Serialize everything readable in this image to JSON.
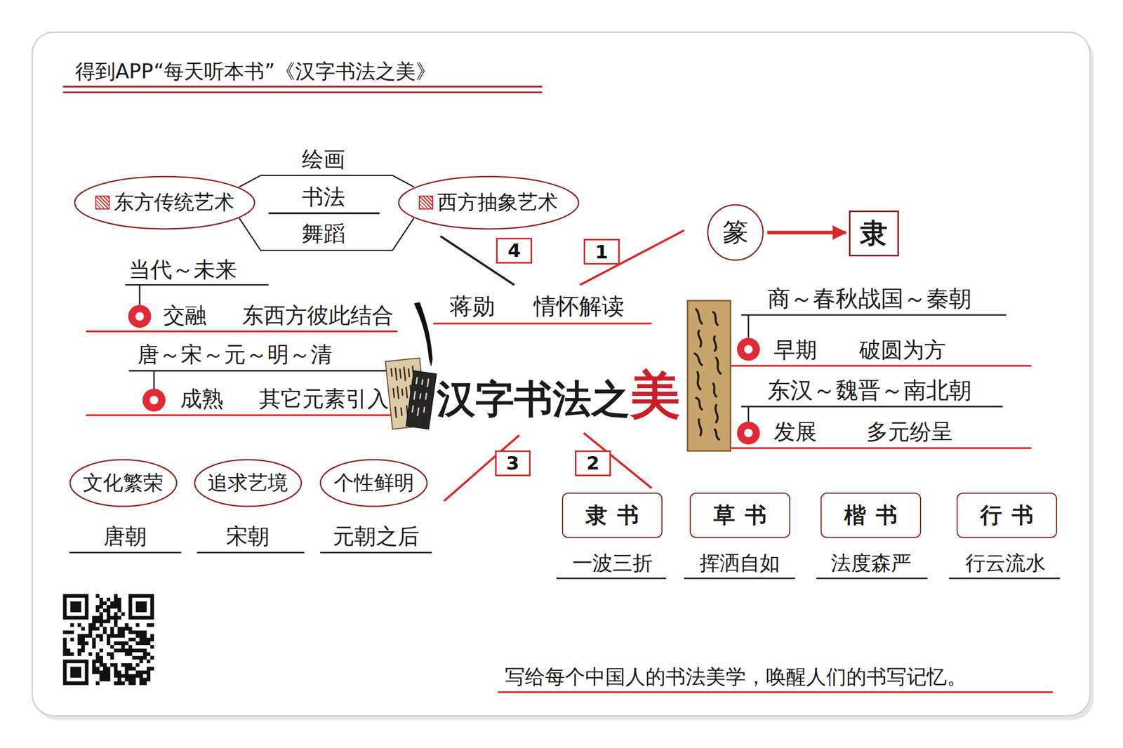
{
  "diagram": {
    "title": "得到APP“每天听本书”《汉字书法之美》",
    "caption": "写给每个中国人的书法美学，唤醒人们的书写记忆。",
    "nodes": [
      {
        "text": [
          "东方传统艺术"
        ]
      },
      {
        "text": [
          "西方抽象艺术"
        ]
      },
      {
        "text": [
          "篆"
        ]
      },
      {
        "text": [
          "隶"
        ]
      },
      {
        "text": [
          "隶书"
        ]
      },
      {
        "text": [
          "草书"
        ]
      },
      {
        "text": [
          "楷书"
        ]
      },
      {
        "text": [
          "行书"
        ]
      },
      {
        "text": [
          "文化繁荣"
        ]
      },
      {
        "text": [
          "追求艺境"
        ]
      },
      {
        "text": [
          "个性鲜明"
        ]
      }
    ],
    "edges": [
      {
        "from": 2,
        "to": 3,
        "arrow": "to"
      },
      {
        "from": 0,
        "to": 1,
        "arrow": "none"
      },
      {
        "from": 0,
        "to": 1,
        "arrow": "none"
      }
    ],
    "labels": [
      "4",
      "1",
      "绘画",
      "书法",
      "舞蹈",
      "当代～未来",
      "交融",
      "东西方彼此结合",
      "唐～宋～元～明～清",
      "成熟",
      "其它元素引入",
      "蒋勋",
      "情怀解读",
      "商～春秋战国～秦朝",
      "早期",
      "破圆为方",
      "东汉～魏晋～南北朝",
      "发展",
      "多元纷呈",
      "汉字书法之美",
      "3",
      "2",
      "唐朝",
      "宋朝",
      "元朝之后",
      "一波三折",
      "挥洒自如",
      "法度森严",
      "行云流水"
    ]
  }
}
